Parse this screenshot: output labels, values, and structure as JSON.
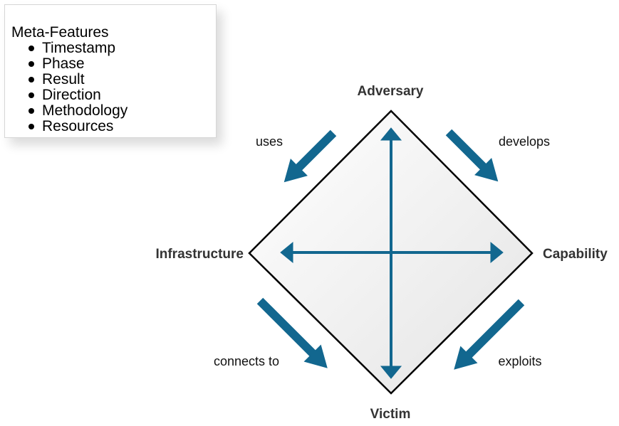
{
  "meta_features": {
    "title": "Meta-Features",
    "items": [
      "Timestamp",
      "Phase",
      "Result",
      "Direction",
      "Methodology",
      "Resources"
    ]
  },
  "nodes": {
    "adversary": "Adversary",
    "capability": "Capability",
    "victim": "Victim",
    "infrastructure": "Infrastructure"
  },
  "edges": {
    "uses": "uses",
    "develops": "develops",
    "connects_to": "connects to",
    "exploits": "exploits"
  },
  "colors": {
    "arrow": "#12678f",
    "diamond_stroke": "#000000",
    "diamond_fill_start": "#ffffff",
    "diamond_fill_end": "#e6e6e6"
  }
}
